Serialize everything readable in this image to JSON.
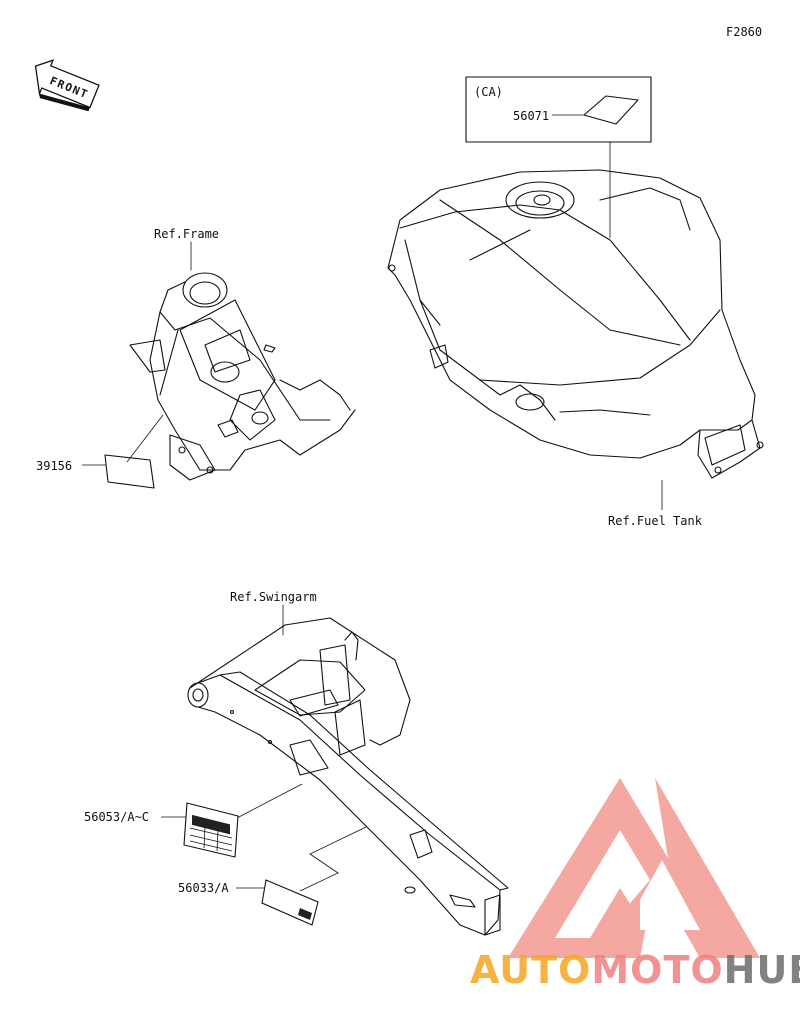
{
  "diagram_code": "F2860",
  "front_arrow_text": "FRONT",
  "refs": {
    "frame": "Ref.Frame",
    "fuel_tank": "Ref.Fuel Tank",
    "swingarm": "Ref.Swingarm"
  },
  "ca_box_label": "(CA)",
  "parts": {
    "p56071": "56071",
    "p39156": "39156",
    "p56053": "56053/A~C",
    "p56033": "56033/A"
  },
  "watermark": {
    "auto": "AUTO",
    "moto": "MOTO",
    "hub": "HUB",
    "color_orange": "#f5a623",
    "color_red": "#f08080",
    "color_gray": "#6d6d6d"
  }
}
